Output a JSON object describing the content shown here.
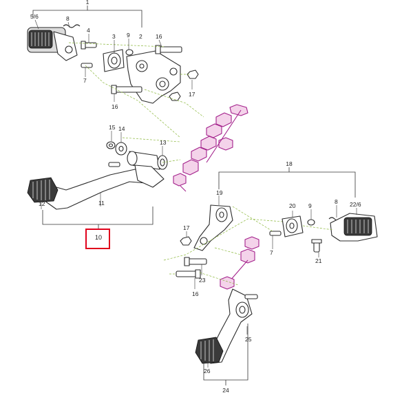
{
  "part_labels": {
    "p1": "1",
    "p5_6": "5/6",
    "p8a": "8",
    "p4": "4",
    "p3": "3",
    "p9a": "9",
    "p2": "2",
    "p16a": "16",
    "p7a": "7",
    "p17a": "17",
    "p16b": "16",
    "p15": "15",
    "p14": "14",
    "p13": "13",
    "p12": "12",
    "p11": "11",
    "p10": "10",
    "p18": "18",
    "p19": "19",
    "p20": "20",
    "p9b": "9",
    "p8b": "8",
    "p22_6": "22/6",
    "p17b": "17",
    "p7b": "7",
    "p21": "21",
    "p23": "23",
    "p16c": "16",
    "p25": "25",
    "p26": "26",
    "p24": "24"
  },
  "colors": {
    "highlight": "#e0001b",
    "linkage": "#a3208b",
    "guide": "#8ab73a"
  }
}
